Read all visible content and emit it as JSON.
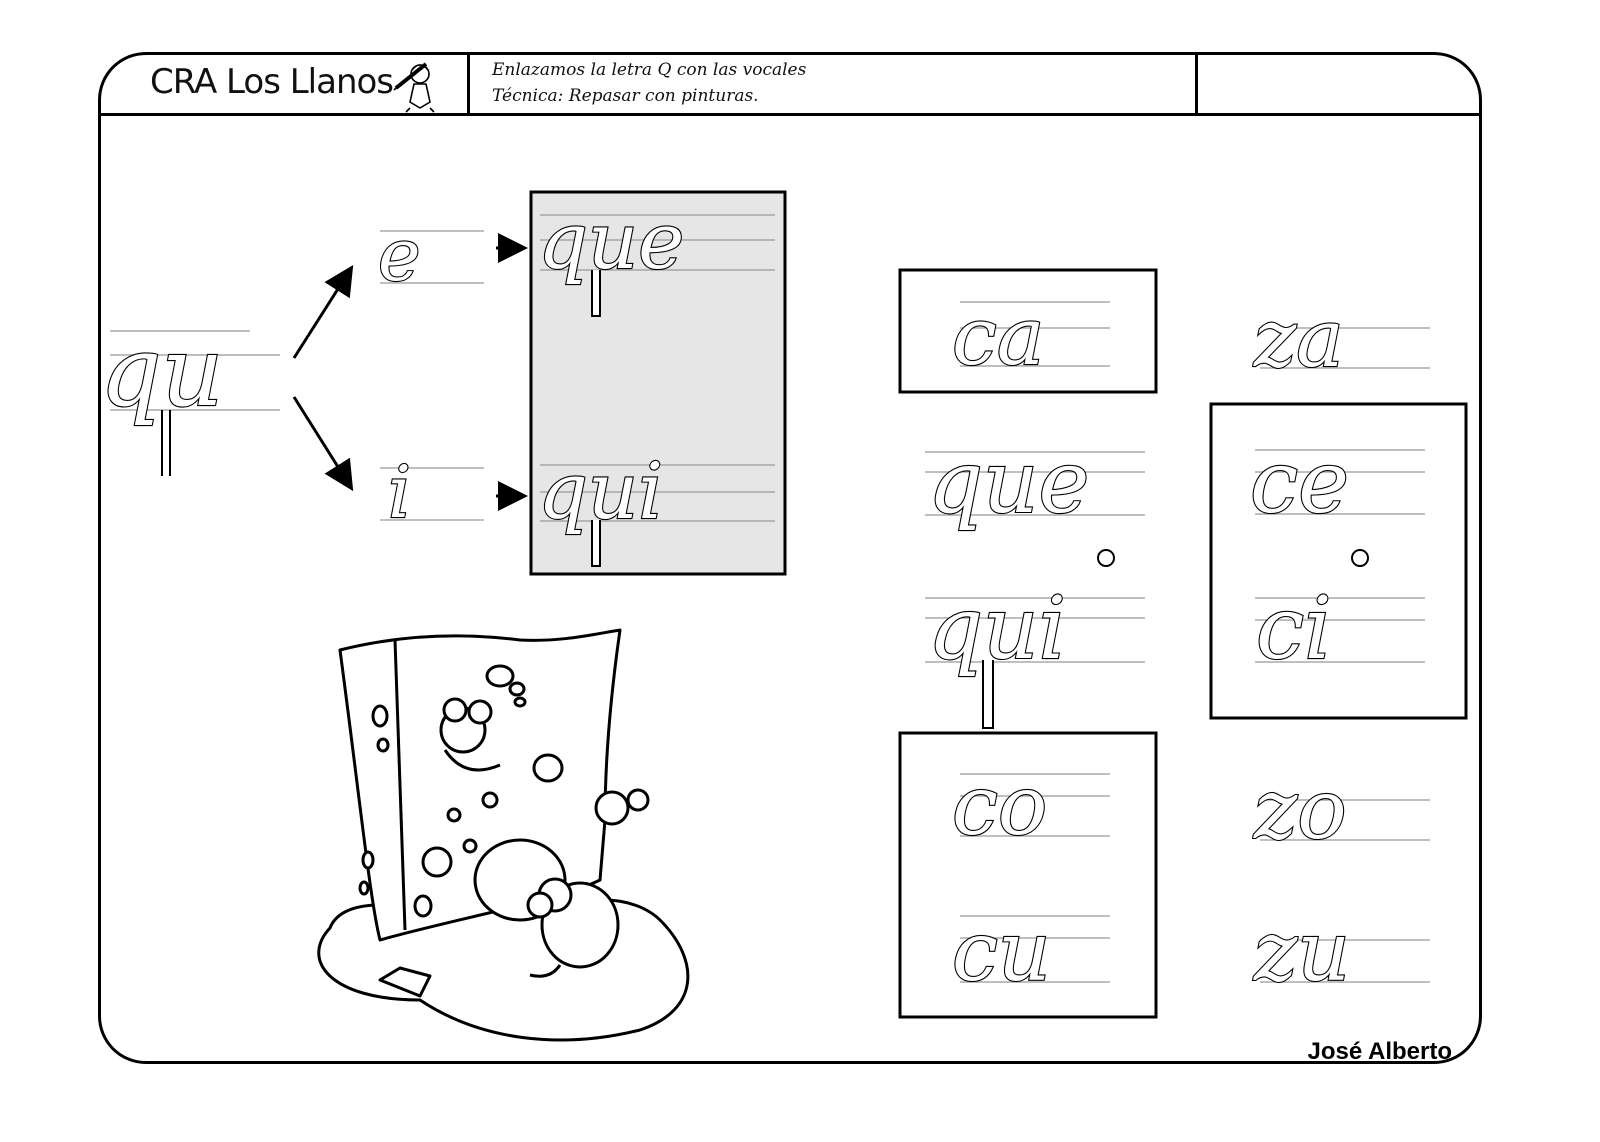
{
  "header": {
    "school": "CRA Los Llanos",
    "line1": "Enlazamos la letra Q con las vocales",
    "line2": "Técnica: Repasar con pinturas."
  },
  "diagram": {
    "root": "qu",
    "branch_top": "e",
    "branch_bottom": "i",
    "result_top": "que",
    "result_bottom": "qui"
  },
  "syllables": {
    "ca": "ca",
    "za": "za",
    "que": "que",
    "qui": "qui",
    "ce": "ce",
    "ci": "ci",
    "co": "co",
    "cu": "cu",
    "zo": "zo",
    "zu": "zu",
    "dot": "o"
  },
  "footer": {
    "author": "José Alberto"
  },
  "colors": {
    "ink": "#000000",
    "highlight_fill": "#e6e6e6",
    "guide": "#999999"
  }
}
